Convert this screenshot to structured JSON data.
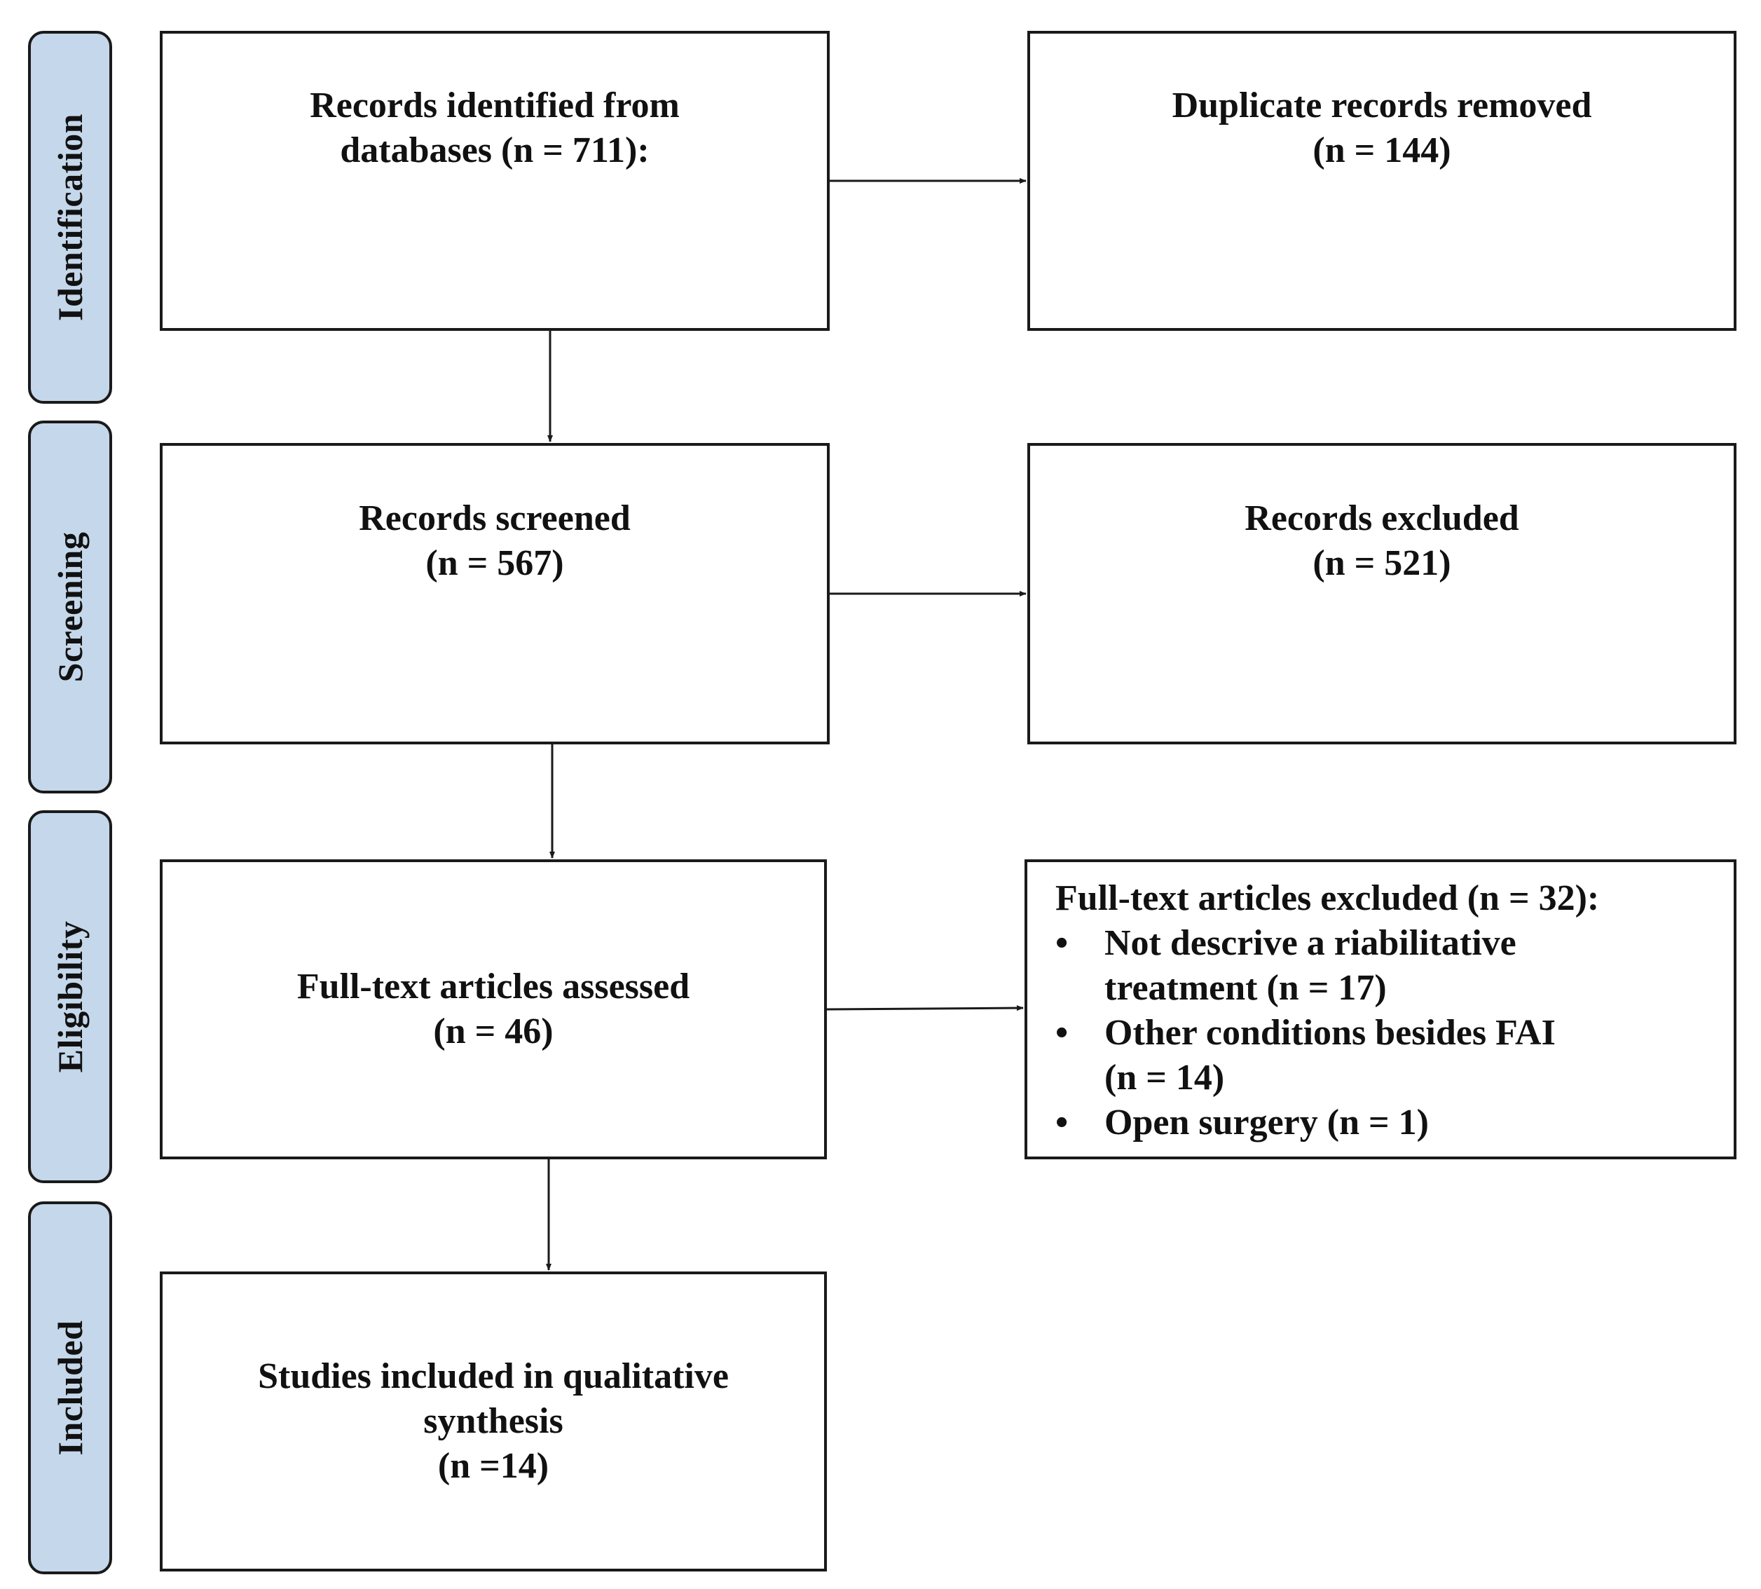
{
  "phases": [
    "Identification",
    "Screening",
    "Eligibility",
    "Included"
  ],
  "boxes": {
    "identified": [
      "Records identified from",
      "databases (n = 711):"
    ],
    "duplicates": [
      "Duplicate records removed",
      "(n = 144)"
    ],
    "screened": [
      "Records screened",
      "(n = 567)"
    ],
    "excluded": [
      "Records excluded",
      "(n = 521)"
    ],
    "assessed": [
      "Full-text articles assessed",
      "(n = 46)"
    ],
    "included": [
      "Studies included in qualitative",
      "synthesis",
      "(n =14)"
    ]
  },
  "fulltext_excluded": {
    "title": "Full-text articles excluded (n = 32):",
    "bullet_symbol": "•",
    "items": [
      [
        "Not descrive a riabilitative",
        "treatment  (n = 17)"
      ],
      [
        "Other conditions besides FAI",
        "(n = 14)"
      ],
      [
        "Open surgery (n = 1)"
      ]
    ]
  }
}
